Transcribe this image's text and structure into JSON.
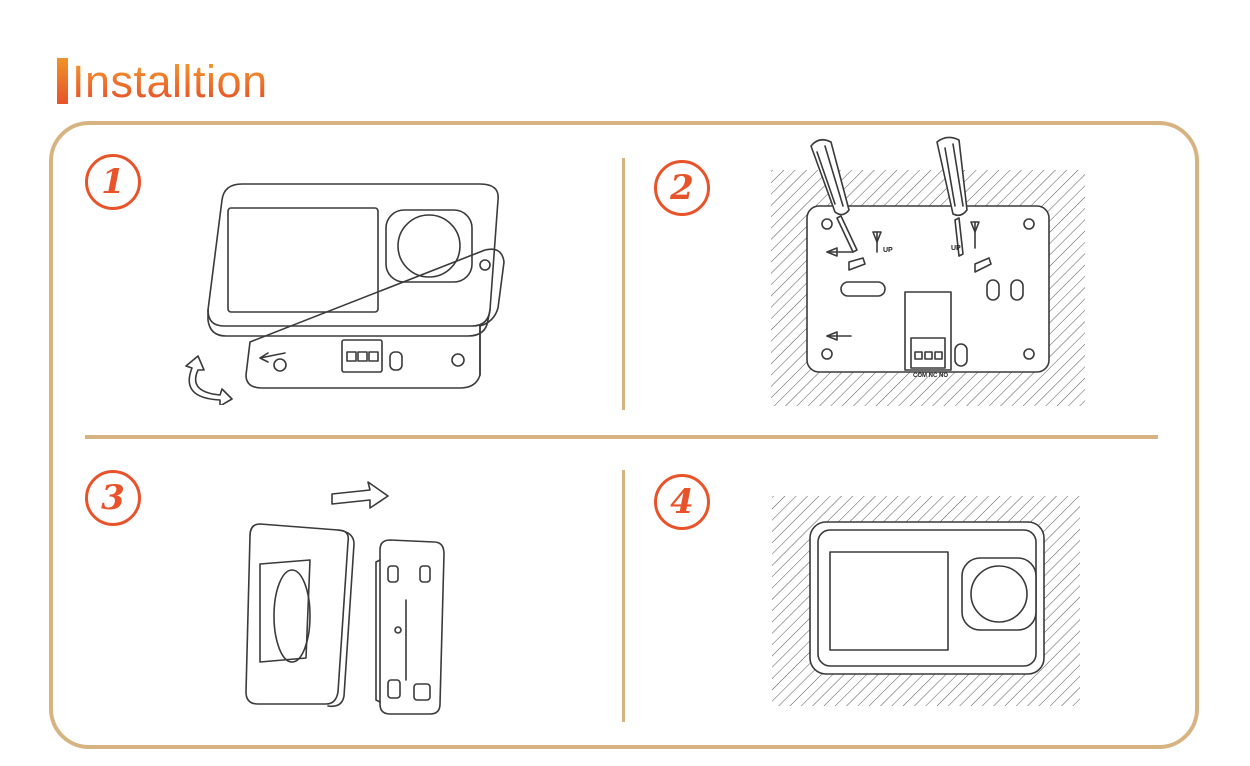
{
  "title": "Installtion",
  "colors": {
    "accent": "#e8532a",
    "accent_light": "#f39b2c",
    "frame": "#d7b382",
    "line": "#3a3a3a"
  },
  "steps": [
    {
      "number": "1"
    },
    {
      "number": "2",
      "labels": {
        "up_left": "UP",
        "up_right": "UP",
        "terminals": "COM  NC  NO"
      }
    },
    {
      "number": "3"
    },
    {
      "number": "4"
    }
  ]
}
